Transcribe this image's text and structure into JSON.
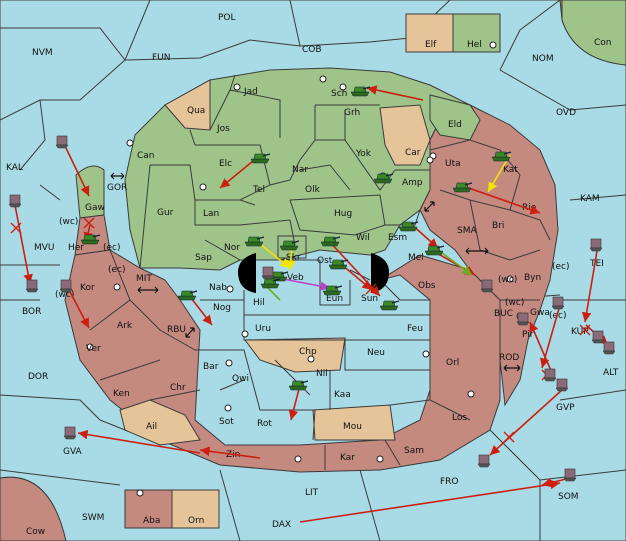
{
  "legend": {
    "left_label": "Elf",
    "right_label": "Hel",
    "left_color": "#e6c49a",
    "right_color": "#9fc48a"
  },
  "colors": {
    "sea": "#a9dbe6",
    "green_power": "#9fc48a",
    "red_power": "#c48a80",
    "neutral": "#e6c49a",
    "order_red": "#cc1f10",
    "order_yellow": "#f2e600",
    "order_purple": "#b844c8",
    "order_green": "#6ab020"
  },
  "sea_labels": {
    "POL": "POL",
    "NVM": "NVM",
    "FUN": "FUN",
    "COB": "COB",
    "NOM": "NOM",
    "Con": "Con",
    "OVD": "OVD",
    "KAL": "KAL",
    "GOR": "GOR",
    "MVU": "MVU",
    "KAM": "KAM",
    "SMA": "SMA",
    "TEI": "TEI",
    "BOR": "BOR",
    "MIT": "MIT",
    "RBU": "RBU",
    "BUC": "BUC",
    "KUP": "KUP",
    "ALT": "ALT",
    "DOR": "DOR",
    "ROD": "ROD",
    "GVP": "GVP",
    "GVA": "GVA",
    "FRO": "FRO",
    "LIT": "LIT",
    "SOM": "SOM",
    "SWM": "SWM",
    "DAX": "DAX",
    "Cow": "Cow"
  },
  "land_labels": {
    "Jad": "Jad",
    "Sch": "Sch",
    "Qua": "Qua",
    "Jos": "Jos",
    "Grh": "Grh",
    "Eld": "Eld",
    "Can": "Can",
    "Car": "Car",
    "Yok": "Yok",
    "Uta": "Uta",
    "Kat": "Kat",
    "Elc": "Elc",
    "Nar": "Nar",
    "Tel": "Tel",
    "Olk": "Olk",
    "Amp": "Amp",
    "Gaw": "Gaw",
    "Gur": "Gur",
    "Lan": "Lan",
    "Hug": "Hug",
    "Rie": "Rie",
    "Bri": "Bri",
    "Esm": "Esm",
    "Wil": "Wil",
    "Her": "Her",
    "Nor": "Nor",
    "Skr": "Skr",
    "Sap": "Sap",
    "Ost": "Ost",
    "Mel": "Mel",
    "Byn": "Byn",
    "Veb": "Veb",
    "Kor": "Kor",
    "Nab": "Nab",
    "Hil": "Hil",
    "Eun": "Eun",
    "Obs": "Obs",
    "Sun": "Sun",
    "Nog": "Nog",
    "Gwa": "Gwa",
    "Ark": "Ark",
    "Uru": "Uru",
    "Feu": "Feu",
    "Pir": "Pir",
    "Ver": "Ver",
    "Chp": "Chp",
    "Neu": "Neu",
    "Orl": "Orl",
    "Bar": "Bar",
    "Qwi": "Qwi",
    "Nil": "Nil",
    "Ken": "Ken",
    "Chr": "Chr",
    "Kaa": "Kaa",
    "Los": "Los",
    "Sot": "Sot",
    "Rot": "Rot",
    "Mou": "Mou",
    "Ail": "Ail",
    "Zin": "Zin",
    "Sam": "Sam",
    "Kar": "Kar",
    "Aba": "Aba",
    "Orn": "Orn"
  },
  "coast_tags": {
    "wc_her": "(wc)",
    "ec_her": "(ec)",
    "ec_kor": "(ec)",
    "wc_kor": "(wc)",
    "wc_byn": "(wc)",
    "ec_byn": "(ec)",
    "wc_gwa": "(wc)",
    "ec_gwa": "(ec)"
  }
}
